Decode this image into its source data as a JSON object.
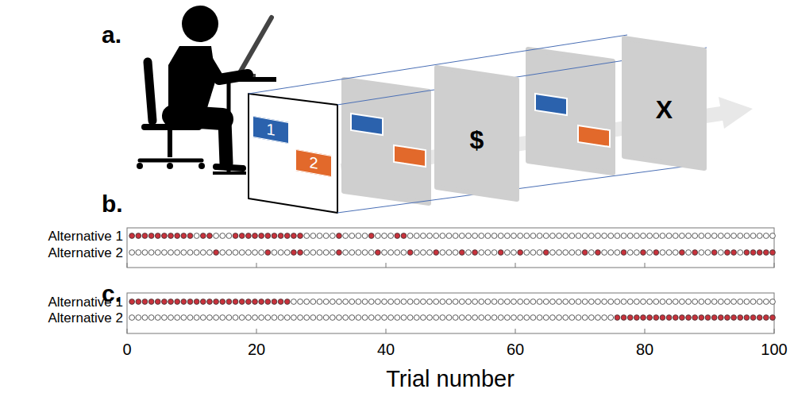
{
  "diagram": {
    "nodes": [
      {
        "text": [
          "1"
        ]
      },
      {
        "text": [
          "2"
        ]
      },
      {
        "text": [
          "$"
        ]
      },
      {
        "text": [
          "X"
        ]
      }
    ],
    "labels": [
      "a.",
      "b.",
      "Alternative 1",
      "Alternative 2",
      "c.",
      "Alternative 1",
      "Alternative 2",
      "0",
      "20",
      "40",
      "60",
      "80",
      "100",
      "Trial number"
    ]
  }
}
